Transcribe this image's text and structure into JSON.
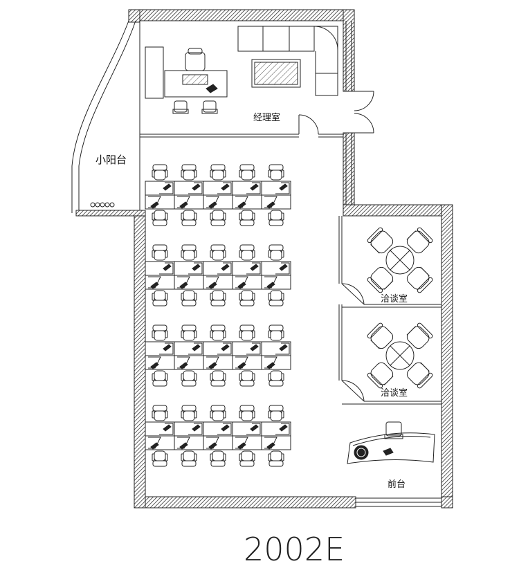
{
  "floor_plan": {
    "unit_id": "2002E",
    "rooms": {
      "manager_office": "经理室",
      "balcony": "小阳台",
      "meeting_room_1": "洽谈室",
      "meeting_room_2": "洽谈室",
      "reception": "前台"
    },
    "workstation_clusters": 4,
    "desks_per_row": 5
  },
  "colors": {
    "wall_fill": "#5a5a5a",
    "line": "#222222",
    "background": "#ffffff"
  }
}
